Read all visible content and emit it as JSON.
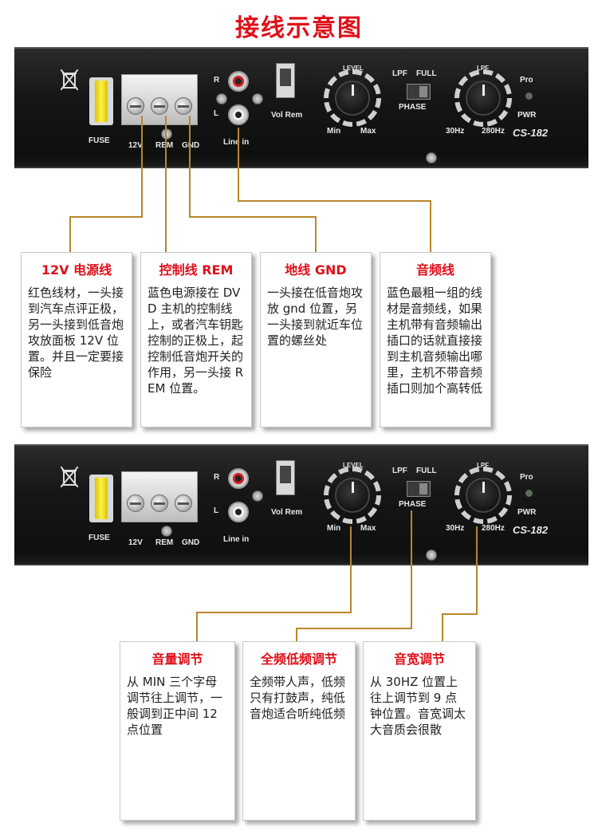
{
  "title": "接线示意图",
  "panel": {
    "fuse_label": "FUSE",
    "terminal_labels": [
      "12V",
      "REM",
      "GND"
    ],
    "rca_r": "R",
    "rca_l": "L",
    "line_in": "Line in",
    "vol_rem": "Vol Rem",
    "level_arc": "LEVEL",
    "min": "Min",
    "max": "Max",
    "lpf": "LPF",
    "full": "FULL",
    "phase": "PHASE",
    "lpf_arc": "LPF",
    "freq_low": "30Hz",
    "freq_high": "280Hz",
    "pro": "Pro",
    "pwr": "PWR",
    "model": "CS-182"
  },
  "callouts_top": [
    {
      "title": "12V 电源线",
      "body": "红色线材，一头接到汽车点评正极，另一头接到低音炮攻放面板 12V 位置。并且一定要接保险"
    },
    {
      "title": "控制线 REM",
      "body": "蓝色电源接在 DVD 主机的控制线上，或者汽车钥匙控制的正极上，起控制低音炮开关的作用，另一头接 REM 位置。"
    },
    {
      "title": "地线 GND",
      "body": "一头接在低音炮攻放 gnd 位置，另一头接到就近车位置的螺丝处"
    },
    {
      "title": "音频线",
      "body": "蓝色最粗一组的线材是音频线，如果主机带有音频输出插口的话就直接接到主机音频输出哪里，主机不带音频插口则加个高转低"
    }
  ],
  "callouts_bottom": [
    {
      "title": "音量调节",
      "body": "从 MIN 三个字母调节往上调节，一般调到正中间 12 点位置"
    },
    {
      "title": "全频低频调节",
      "body": "全频带人声，低频只有打鼓声，纯低音炮适合听纯低频"
    },
    {
      "title": "音宽调节",
      "body": "从 30HZ 位置上往上调节到 9 点钟位置。音宽调太大音质会很散"
    }
  ],
  "colors": {
    "title": "#e0101a",
    "line": "#b8862b",
    "box_title": "#e0101a"
  }
}
